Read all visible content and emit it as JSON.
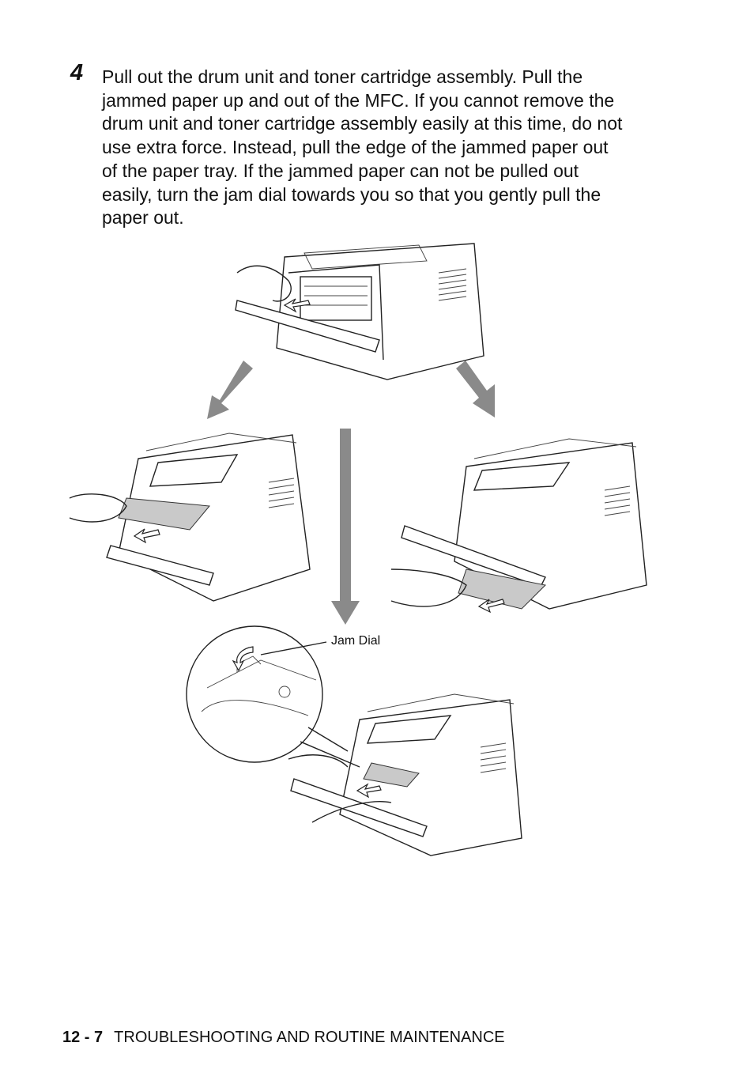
{
  "step": {
    "number": "4",
    "lines": [
      "Pull out the drum unit and toner cartridge assembly. Pull the",
      "jammed paper up and out of the MFC. If you cannot remove the",
      "drum unit and toner cartridge assembly easily at this time, do not",
      "use extra force. Instead, pull the edge of the jammed paper out",
      "of the paper tray. If the jammed paper can not be pulled out",
      "easily, turn the jam dial towards you so that you gently pull the",
      "paper out."
    ]
  },
  "figure": {
    "callout_label": "Jam Dial"
  },
  "footer": {
    "page": "12 - 7",
    "section": "TROUBLESHOOTING AND ROUTINE MAINTENANCE"
  }
}
